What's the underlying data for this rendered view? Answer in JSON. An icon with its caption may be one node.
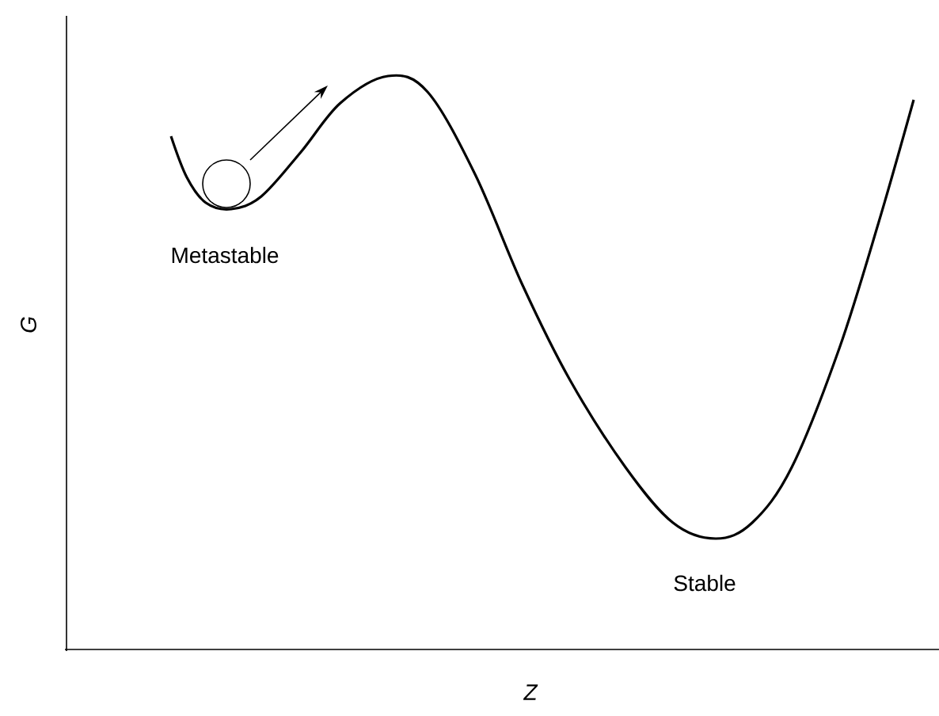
{
  "diagram": {
    "labels": [
      "Metastable",
      "G",
      "Stable",
      "Z"
    ]
  }
}
